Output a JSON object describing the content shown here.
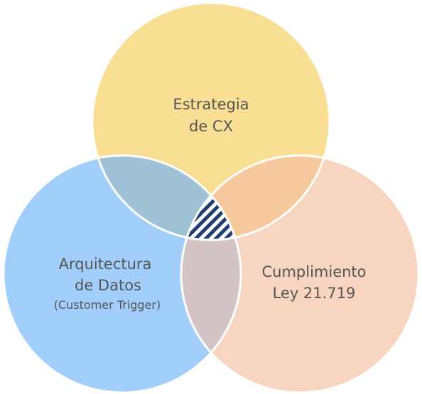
{
  "diagram": {
    "type": "venn",
    "colors": {
      "strategy": "#F9DF93",
      "architecture": "#A2CEFB",
      "compliance": "#F7D5C1",
      "strategy_architecture": "#9FC2D6",
      "strategy_compliance": "#F5C99B",
      "architecture_compliance": "#D3C4C5",
      "center_hatch": "#1F3D72",
      "outline": "#ffffff"
    },
    "sets": {
      "strategy": {
        "line1": "Estrategia",
        "line2": "de CX"
      },
      "architecture": {
        "line1": "Arquitectura",
        "line2": "de Datos",
        "line3": "(Customer Trigger)"
      },
      "compliance": {
        "line1": "Cumplimiento",
        "line2": "Ley 21.719"
      }
    }
  }
}
